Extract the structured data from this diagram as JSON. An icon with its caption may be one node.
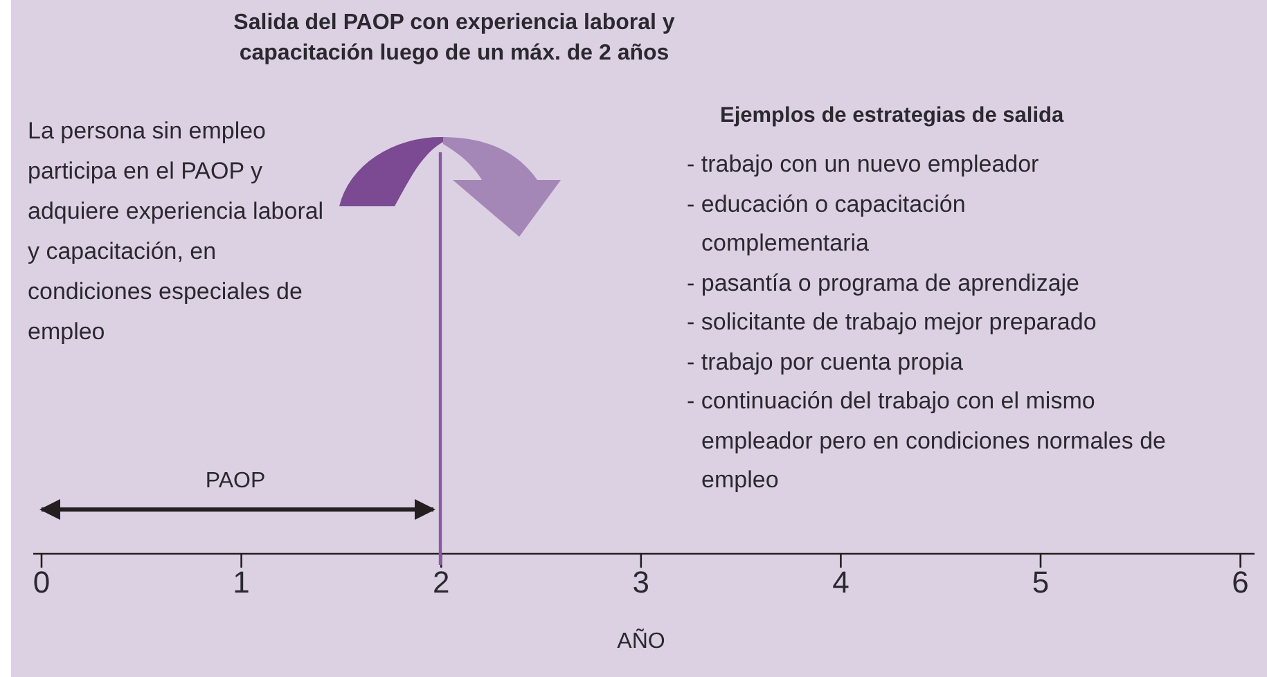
{
  "diagram": {
    "title": "Salida del PAOP con experiencia laboral y capacitación luego de un máx. de 2 años",
    "labels": [
      "La persona sin empleo participa en el PAOP y adquiere experiencia laboral y capacitación, en condiciones especiales de empleo",
      "Ejemplos de estrategias de salida",
      "- trabajo con un nuevo empleador",
      "- educación o capacitación complementaria",
      "- pasantía o programa de aprendizaje",
      "- solicitante de trabajo mejor preparado",
      "- trabajo por cuenta propia",
      "- continuación del trabajo con el mismo empleador pero en condiciones normales de empleo",
      "PAOP",
      "0",
      "1",
      "2",
      "3",
      "4",
      "5",
      "6",
      "AÑO"
    ]
  }
}
